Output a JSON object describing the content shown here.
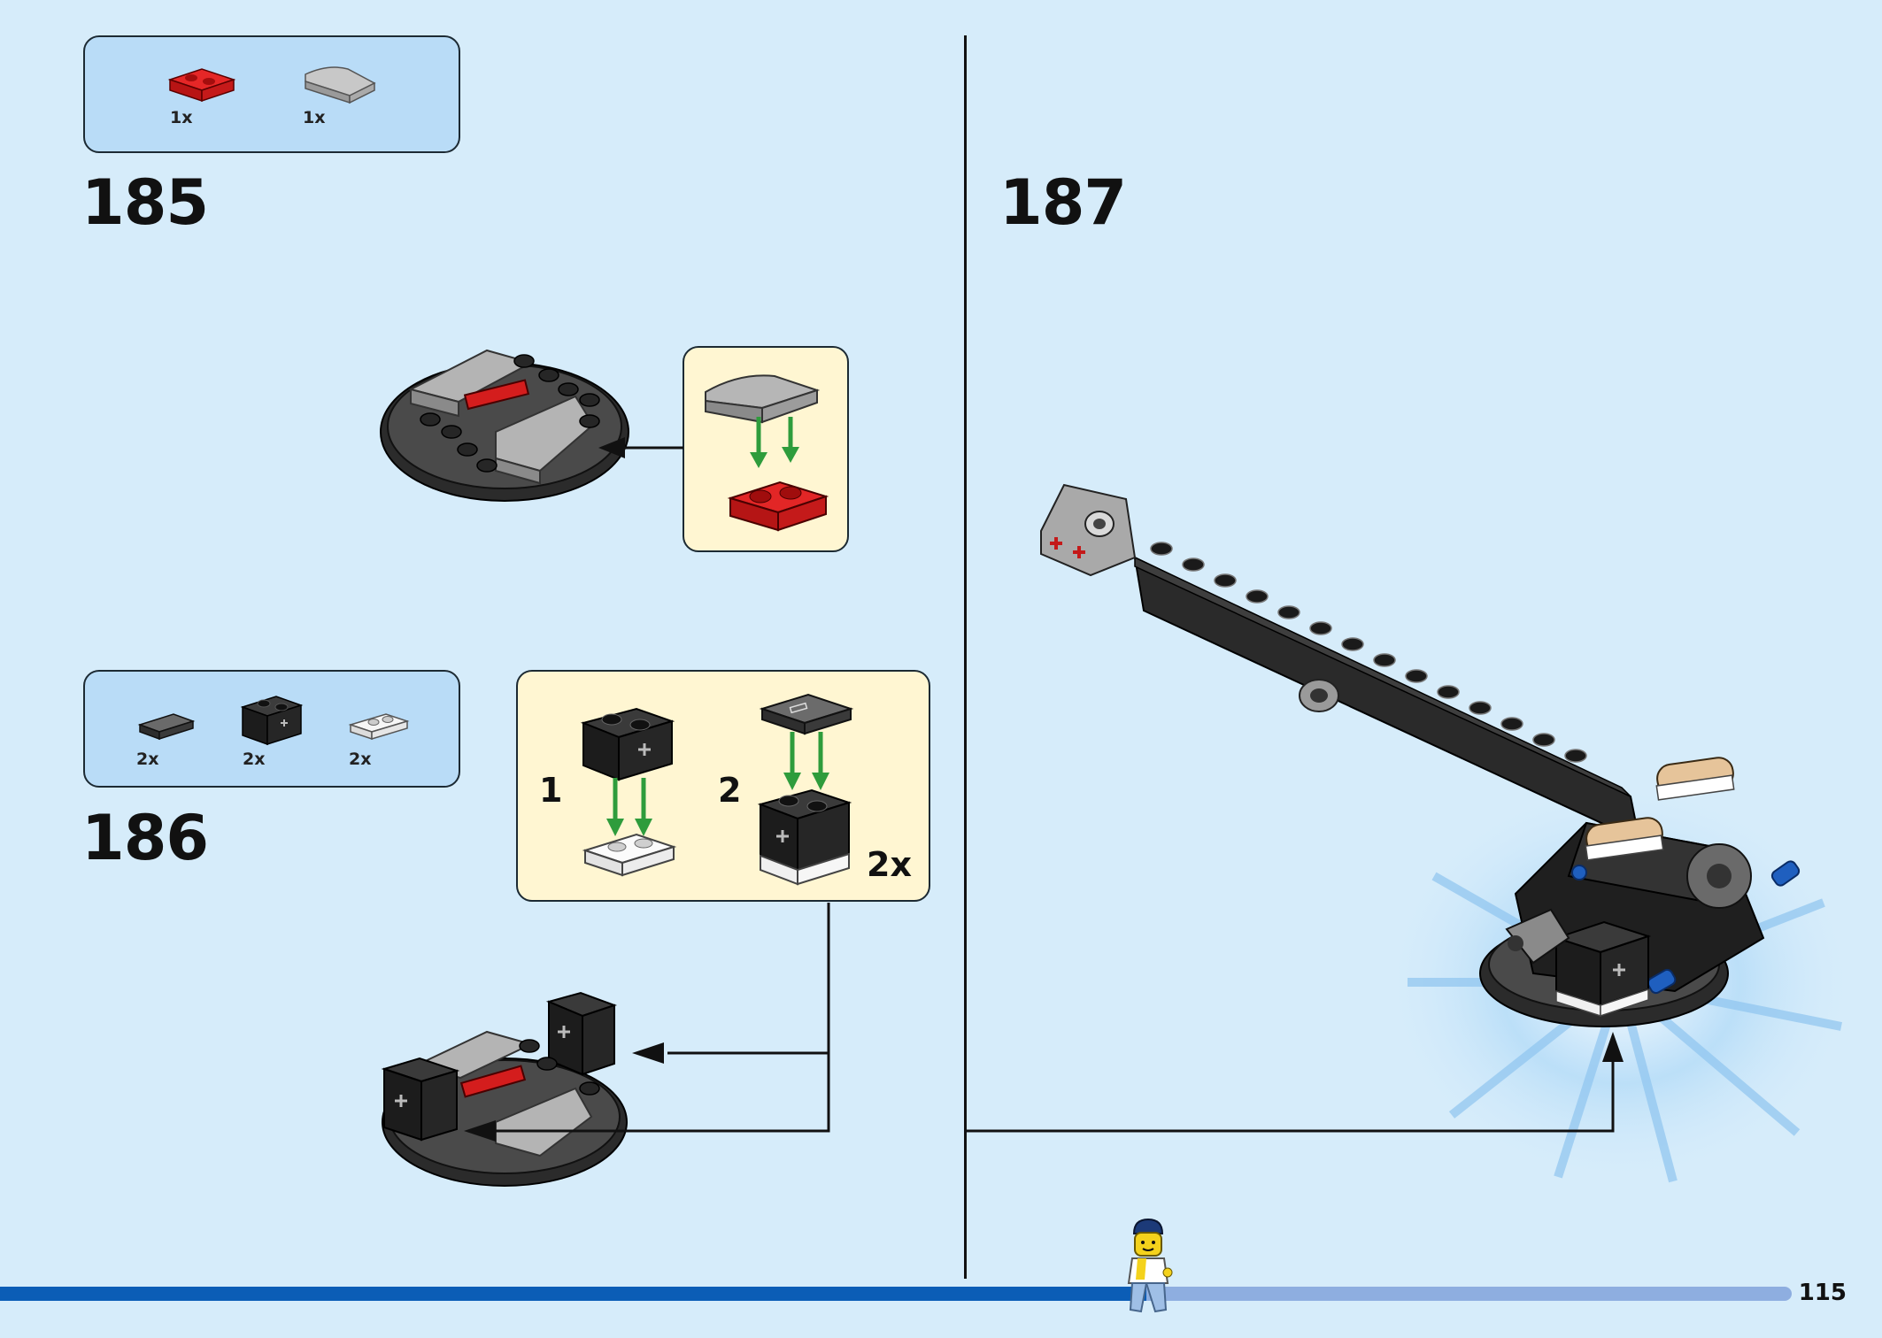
{
  "parts_lists": [
    {
      "items": [
        {
          "qty": "1x",
          "color": "#d41d1d",
          "icon": "red-plate-1x2-rail-icon"
        },
        {
          "qty": "1x",
          "color": "#a5a5a5",
          "icon": "gray-curved-slope-icon"
        }
      ]
    },
    {
      "items": [
        {
          "qty": "2x",
          "color": "#444444",
          "icon": "dark-tile-1x2-icon"
        },
        {
          "qty": "2x",
          "color": "#1b1b1b",
          "icon": "black-brick-1x2-axle-icon"
        },
        {
          "qty": "2x",
          "color": "#f2f2f2",
          "icon": "clear-plate-1x2-icon"
        }
      ]
    }
  ],
  "steps": [
    {
      "number": "185"
    },
    {
      "number": "186",
      "sub_steps": [
        "1",
        "2"
      ],
      "multiplier": "2x"
    },
    {
      "number": "187"
    }
  ],
  "footer": {
    "page_number": "115",
    "progress": 0.64
  },
  "colors": {
    "background": "#d6ecfa",
    "parts_box": "#b9dcf7",
    "callout": "#fff6d2",
    "arrow_green": "#2e9c3c",
    "progress_fill": "#0b5db6",
    "progress_track": "#8eaee0"
  }
}
